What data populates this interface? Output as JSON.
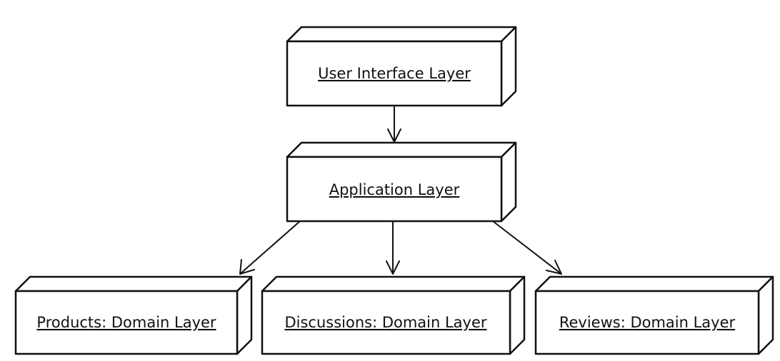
{
  "diagram": {
    "nodes": [
      {
        "id": "ui",
        "label": "User Interface Layer"
      },
      {
        "id": "app",
        "label": "Application Layer"
      },
      {
        "id": "products",
        "label": "Products: Domain Layer"
      },
      {
        "id": "discussions",
        "label": "Discussions: Domain Layer"
      },
      {
        "id": "reviews",
        "label": "Reviews: Domain Layer"
      }
    ],
    "edges": [
      {
        "from": "ui",
        "to": "app"
      },
      {
        "from": "app",
        "to": "products"
      },
      {
        "from": "app",
        "to": "discussions"
      },
      {
        "from": "app",
        "to": "reviews"
      }
    ]
  }
}
